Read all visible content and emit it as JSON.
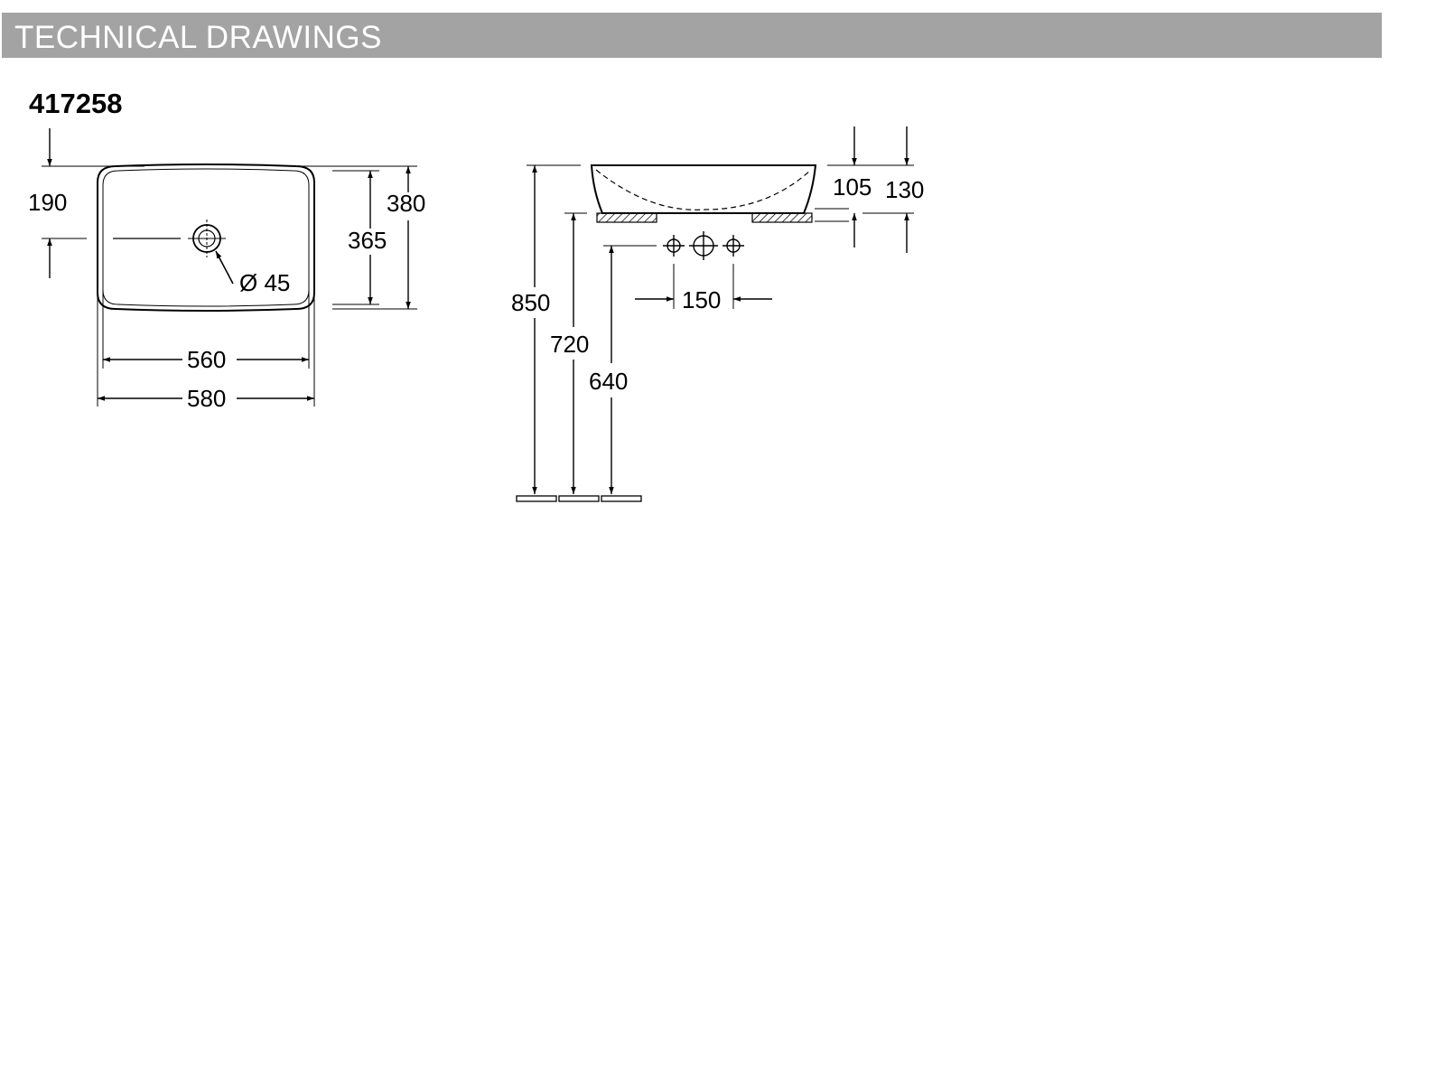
{
  "header": {
    "title": "TECHNICAL DRAWINGS"
  },
  "model": {
    "number": "417258"
  },
  "top_view": {
    "dims": {
      "offset": "190",
      "outer_depth": "380",
      "inner_depth": "365",
      "drain_diameter": "Ø 45",
      "inner_width": "560",
      "outer_width": "580"
    }
  },
  "side_view": {
    "dims": {
      "inner_height": "105",
      "outer_height": "130",
      "tap_spacing": "150",
      "top_height": "850",
      "counter_height": "720",
      "tap_height": "640"
    }
  },
  "colors": {
    "header_bg": "#a3a3a3",
    "header_text": "#ffffff",
    "line": "#000000"
  }
}
